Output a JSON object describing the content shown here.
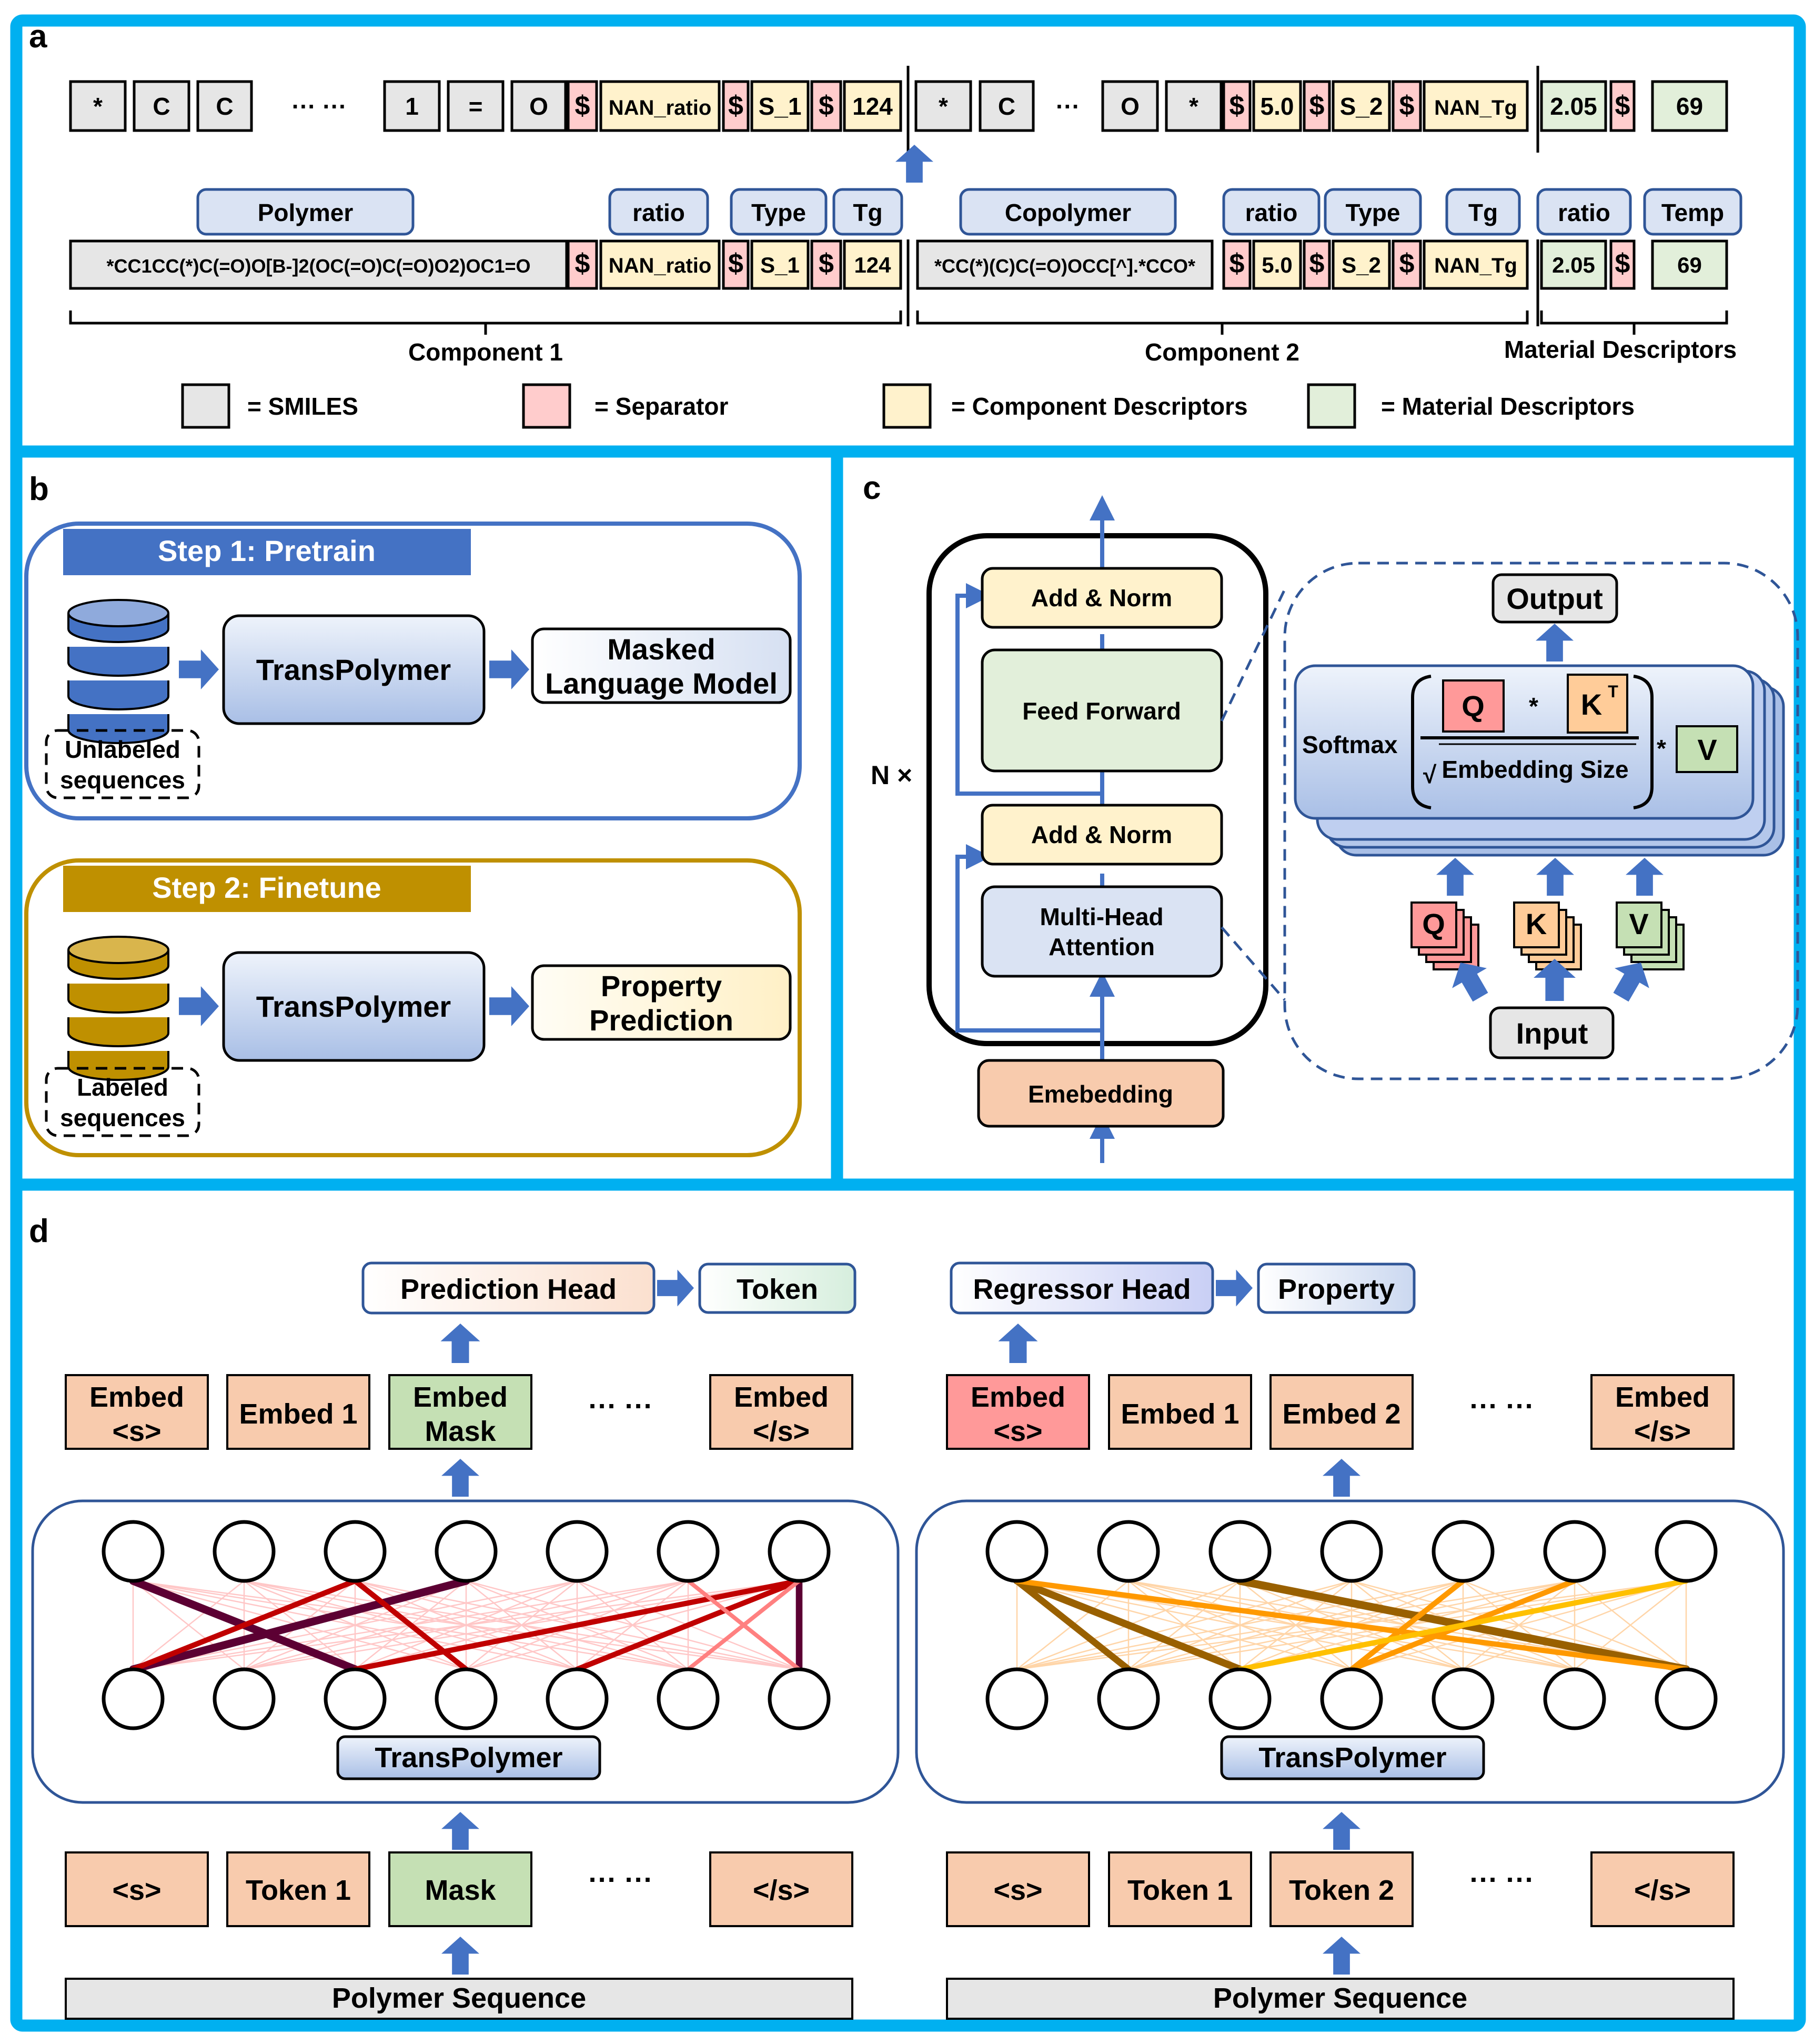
{
  "figure": {
    "panel_letters": {
      "a": "a",
      "b": "b",
      "c": "c",
      "d": "d"
    },
    "colors": {
      "frame": "#00b0f0",
      "smiles": "#e6e6e6",
      "separator": "#ffcccc",
      "component_descriptor": "#fff2cc",
      "material_descriptor": "#e2efda",
      "label_fill": "#dae3f3",
      "label_border": "#2f5597",
      "arrow": "#4472c4",
      "pretrain": "#4472c4",
      "finetune": "#bf9000",
      "embed": "#f8cbad",
      "mask": "#c5e0b4",
      "q": "#ff9999",
      "k": "#ffcc99",
      "v": "#c5e0b4"
    }
  },
  "panel_a": {
    "tokens_row": [
      {
        "text": "*",
        "kind": "smiles"
      },
      {
        "text": "C",
        "kind": "smiles"
      },
      {
        "text": "C",
        "kind": "smiles"
      },
      {
        "text": "··· ···",
        "kind": "ellipsis"
      },
      {
        "text": "1",
        "kind": "smiles"
      },
      {
        "text": "=",
        "kind": "smiles"
      },
      {
        "text": "O",
        "kind": "smiles"
      },
      {
        "text": "$",
        "kind": "separator"
      },
      {
        "text": "NAN_ratio",
        "kind": "component"
      },
      {
        "text": "$",
        "kind": "separator"
      },
      {
        "text": "S_1",
        "kind": "component"
      },
      {
        "text": "$",
        "kind": "separator"
      },
      {
        "text": "124",
        "kind": "component"
      },
      {
        "text": "*",
        "kind": "smiles"
      },
      {
        "text": "C",
        "kind": "smiles"
      },
      {
        "text": "···",
        "kind": "ellipsis"
      },
      {
        "text": "O",
        "kind": "smiles"
      },
      {
        "text": "*",
        "kind": "smiles"
      },
      {
        "text": "$",
        "kind": "separator"
      },
      {
        "text": "5.0",
        "kind": "component"
      },
      {
        "text": "$",
        "kind": "separator"
      },
      {
        "text": "S_2",
        "kind": "component"
      },
      {
        "text": "$",
        "kind": "separator"
      },
      {
        "text": "NAN_Tg",
        "kind": "component"
      },
      {
        "text": "2.05",
        "kind": "material"
      },
      {
        "text": "$",
        "kind": "separator"
      },
      {
        "text": "69",
        "kind": "material"
      }
    ],
    "field_labels": [
      "Polymer",
      "ratio",
      "Type",
      "Tg",
      "Copolymer",
      "ratio",
      "Type",
      "Tg",
      "ratio",
      "Temp"
    ],
    "sequence_row": [
      {
        "text": "*CC1CC(*)C(=O)O[B-]2(OC(=O)C(=O)O2)OC1=O",
        "kind": "smiles"
      },
      {
        "text": "$",
        "kind": "separator"
      },
      {
        "text": "NAN_ratio",
        "kind": "component"
      },
      {
        "text": "$",
        "kind": "separator"
      },
      {
        "text": "S_1",
        "kind": "component"
      },
      {
        "text": "$",
        "kind": "separator"
      },
      {
        "text": "124",
        "kind": "component"
      },
      {
        "text": "*CC(*)(C)C(=O)OCC[^].*CCO*",
        "kind": "smiles"
      },
      {
        "text": "$",
        "kind": "separator"
      },
      {
        "text": "5.0",
        "kind": "component"
      },
      {
        "text": "$",
        "kind": "separator"
      },
      {
        "text": "S_2",
        "kind": "component"
      },
      {
        "text": "$",
        "kind": "separator"
      },
      {
        "text": "NAN_Tg",
        "kind": "component"
      },
      {
        "text": "2.05",
        "kind": "material"
      },
      {
        "text": "$",
        "kind": "separator"
      },
      {
        "text": "69",
        "kind": "material"
      }
    ],
    "group_labels": [
      "Component 1",
      "Component 2",
      "Material Descriptors"
    ],
    "legend": [
      {
        "label": "=  SMILES",
        "kind": "smiles"
      },
      {
        "label": "=  Separator",
        "kind": "separator"
      },
      {
        "label": "=  Component Descriptors",
        "kind": "component"
      },
      {
        "label": "=  Material Descriptors",
        "kind": "material"
      }
    ]
  },
  "panel_b": {
    "step1": {
      "title": "Step 1: Pretrain",
      "data_label_1": "Unlabeled",
      "data_label_2": "sequences",
      "model": "TransPolymer",
      "output_1": "Masked",
      "output_2": "Language Model"
    },
    "step2": {
      "title": "Step 2: Finetune",
      "data_label_1": "Labeled",
      "data_label_2": "sequences",
      "model": "TransPolymer",
      "output_1": "Property",
      "output_2": "Prediction"
    }
  },
  "panel_c": {
    "repeat_label": "N ×",
    "add_norm_top": "Add & Norm",
    "feed_forward": "Feed Forward",
    "add_norm_bottom": "Add & Norm",
    "mha_1": "Multi-Head",
    "mha_2": "Attention",
    "embedding": "Emebedding",
    "output": "Output",
    "softmax": "Softmax",
    "q": "Q",
    "k": "K",
    "k_sup": "T",
    "v": "V",
    "times": "*",
    "denominator": "Embedding Size",
    "sqrt": "√",
    "input": "Input"
  },
  "panel_d": {
    "left": {
      "head": "Prediction Head",
      "head_output": "Token",
      "embeds": [
        {
          "l1": "Embed",
          "l2": "<s>",
          "kind": "embed"
        },
        {
          "l1": "Embed 1",
          "l2": "",
          "kind": "embed"
        },
        {
          "l1": "Embed",
          "l2": "Mask",
          "kind": "mask"
        },
        {
          "l1": "Embed",
          "l2": "</s>",
          "kind": "embed"
        }
      ],
      "ellipsis": "··· ···",
      "model": "TransPolymer",
      "tokens": [
        {
          "text": "<s>",
          "kind": "embed"
        },
        {
          "text": "Token 1",
          "kind": "embed"
        },
        {
          "text": "Mask",
          "kind": "mask"
        },
        {
          "text": "</s>",
          "kind": "embed"
        }
      ],
      "input": "Polymer Sequence"
    },
    "right": {
      "head": "Regressor Head",
      "head_output": "Property",
      "embeds": [
        {
          "l1": "Embed",
          "l2": "<s>",
          "kind": "cls"
        },
        {
          "l1": "Embed 1",
          "l2": "",
          "kind": "embed"
        },
        {
          "l1": "Embed 2",
          "l2": "",
          "kind": "embed"
        },
        {
          "l1": "Embed",
          "l2": "</s>",
          "kind": "embed"
        }
      ],
      "ellipsis": "··· ···",
      "model": "TransPolymer",
      "tokens": [
        {
          "text": "<s>",
          "kind": "embed"
        },
        {
          "text": "Token 1",
          "kind": "embed"
        },
        {
          "text": "Token 2",
          "kind": "embed"
        },
        {
          "text": "</s>",
          "kind": "embed"
        }
      ],
      "input": "Polymer Sequence"
    },
    "attention_left": {
      "nodes_per_layer": 7,
      "strong_edges": [
        {
          "from": 0,
          "to": 2,
          "weight": 1.0,
          "color": "#5c0033"
        },
        {
          "from": 3,
          "to": 0,
          "weight": 1.0,
          "color": "#5c0033"
        },
        {
          "from": 6,
          "to": 6,
          "weight": 0.8,
          "color": "#5c0033"
        },
        {
          "from": 2,
          "to": 0,
          "weight": 0.6,
          "color": "#c00000"
        },
        {
          "from": 2,
          "to": 3,
          "weight": 0.6,
          "color": "#c00000"
        },
        {
          "from": 6,
          "to": 2,
          "weight": 0.6,
          "color": "#c00000"
        },
        {
          "from": 6,
          "to": 4,
          "weight": 0.6,
          "color": "#c00000"
        },
        {
          "from": 5,
          "to": 6,
          "weight": 0.4,
          "color": "#ff8080"
        },
        {
          "from": 6,
          "to": 5,
          "weight": 0.4,
          "color": "#ff8080"
        }
      ],
      "base_color": "#ffc7c7"
    },
    "attention_right": {
      "nodes_per_layer": 7,
      "strong_edges": [
        {
          "from": 0,
          "to": 1,
          "weight": 0.8,
          "color": "#996000"
        },
        {
          "from": 0,
          "to": 2,
          "weight": 0.9,
          "color": "#996000"
        },
        {
          "from": 2,
          "to": 6,
          "weight": 1.0,
          "color": "#996000"
        },
        {
          "from": 0,
          "to": 6,
          "weight": 0.6,
          "color": "#ff9900"
        },
        {
          "from": 4,
          "to": 3,
          "weight": 0.6,
          "color": "#ff9900"
        },
        {
          "from": 5,
          "to": 3,
          "weight": 0.6,
          "color": "#ff9900"
        },
        {
          "from": 6,
          "to": 2,
          "weight": 0.6,
          "color": "#ffc000"
        }
      ],
      "base_color": "#ffd5a8"
    }
  }
}
